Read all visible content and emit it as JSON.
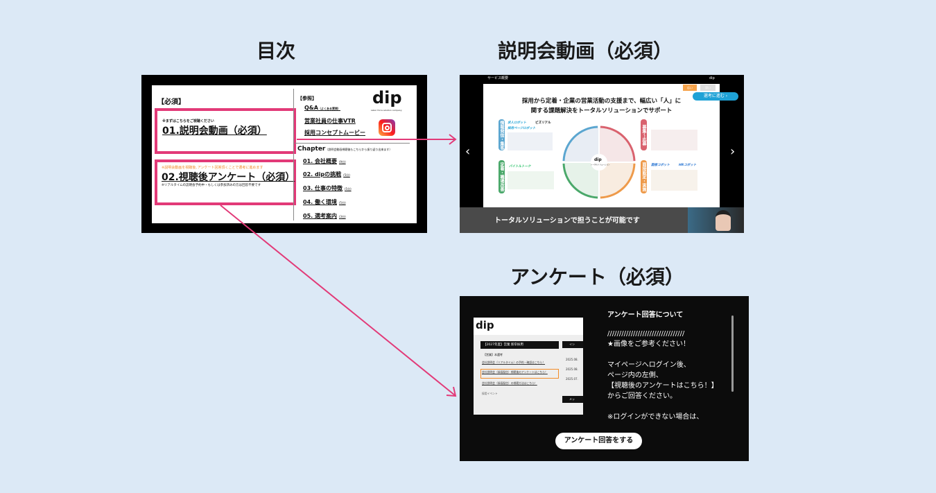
{
  "headings": {
    "toc": "目次",
    "video": "説明会動画（必須）",
    "survey": "アンケート（必須）"
  },
  "toc": {
    "required_label": "【必須】",
    "item1_note": "※まずはこちらをご視聴ください",
    "item1_title": "01.説明会動画（必須）",
    "item2_note": "※説明会動画を視聴後､アンケート回答頂くことで選考に進めます",
    "item2_title": "02.視聴後アンケート（必須）",
    "item2_sub": "※リアルタイムの説明会予約中・もしくは参加済みの方は回答不要です",
    "reference_label": "【参照】",
    "links": [
      {
        "label": "Q&A",
        "note": "（よくある質問）"
      },
      {
        "label": "営業社員の仕事VTR",
        "note": ""
      },
      {
        "label": "採用コンセプトムービー",
        "note": ""
      }
    ],
    "logo": "dip",
    "logo_tagline": "Labor force solution company",
    "chapter_label": "Chapter",
    "chapter_note": "（説明会動画視聴後もこちらから振り返り出来ます）",
    "chapters": [
      {
        "label": "01. 会社概要",
        "dur": "(9分)"
      },
      {
        "label": "02. dipの挑戦",
        "dur": "(5分)"
      },
      {
        "label": "03. 仕事の特徴",
        "dur": "(5分)"
      },
      {
        "label": "04. 働く環境",
        "dur": "(5分)"
      },
      {
        "label": "05. 選考案内",
        "dur": "(3分)"
      }
    ]
  },
  "video": {
    "section_label": "サービス概要",
    "logo": "dip",
    "tab_wide": "広い",
    "tab_deep": "深い",
    "next_button": "選考に進む",
    "slide_title_1": "採用から定着・企業の営業活動の支援まで、幅広い「人」に",
    "slide_title_2": "関する課題解決をトータルソリューションでサポート",
    "quadrants": [
      "情報発信・集客",
      "募集〜応募",
      "定着・職場改善",
      "面接設定・実施"
    ],
    "brands": [
      "求人ロボット",
      "ビズリアル",
      "採用ページロボット",
      "バイトルトーク",
      "面接コボット",
      "HRコボット"
    ],
    "center_logo": "dip",
    "center_sub": "トータルソリューション",
    "caption": "トータルソリューションで担うことが可能です",
    "prev_icon": "chevron-left",
    "next_icon": "chevron-right"
  },
  "survey": {
    "screenshot": {
      "logo": "dip",
      "header": "【2027年度】営業 新卒採用",
      "section": "【営業】本選考",
      "links": [
        "会社説明会（リアルタイム）の予約・確認はこちら！",
        "会社説明会（録画配信）視聴後のアンケートはこちら！",
        "会社説明会（録画配信）の視聴方法はこちら！"
      ],
      "events": "採用イベント",
      "dates": [
        "2025.08.",
        "2025.08.",
        "2025.07."
      ],
      "info_tab": "イン",
      "msg_tab": "メッ"
    },
    "popup_title": "アンケート回答について",
    "popup_lines": [
      "/////////////////////////////////",
      "★画像をご参考ください！",
      "",
      "マイページへログイン後、",
      "ページ内の左側、",
      "【視聴後のアンケートはこちら！】",
      "からご回答ください。",
      "",
      "※ログインができない場合は、"
    ],
    "button": "アンケート回答をする"
  },
  "colors": {
    "background": "#dce9f6",
    "accent_pink": "#e23a78",
    "orange": "#f28c28",
    "cyan": "#1fa2d6"
  }
}
